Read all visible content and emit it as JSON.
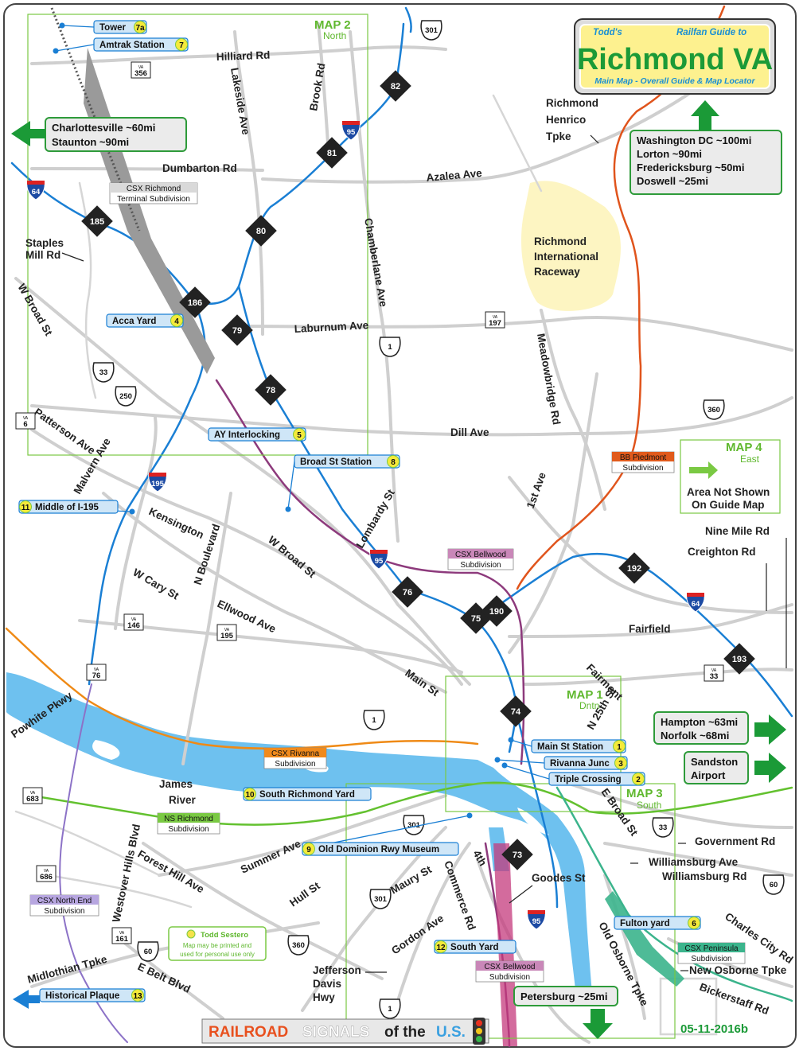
{
  "title": {
    "line1_left": "Todd's",
    "line1_right": "Railfan Guide to",
    "main": "Richmond VA",
    "line3": "Main Map - Overall Guide & Map Locator"
  },
  "maps": [
    {
      "name": "MAP 2",
      "sub": "North"
    },
    {
      "name": "MAP 1",
      "sub": "Dntn"
    },
    {
      "name": "MAP 3",
      "sub": "South"
    },
    {
      "name": "MAP 4",
      "sub": "East",
      "note1": "Area Not Shown",
      "note2": "On Guide Map"
    }
  ],
  "destinations": {
    "west": [
      "Charlottesville ~60mi",
      "Staunton ~90mi"
    ],
    "north": [
      "Washington DC ~100mi",
      "Lorton ~90mi",
      "Fredericksburg ~50mi",
      "Doswell ~25mi"
    ],
    "east1": [
      "Hampton ~63mi",
      "Norfolk ~68mi"
    ],
    "east2": [
      "Sandston",
      "Airport"
    ],
    "south": "Petersburg ~25mi",
    "plaque": "Historical Plaque",
    "plaque_num": "13"
  },
  "signals": [
    {
      "label": "Tower",
      "num": "7a"
    },
    {
      "label": "Amtrak Station",
      "num": "7"
    },
    {
      "label": "Acca Yard",
      "num": "4"
    },
    {
      "label": "AY Interlocking",
      "num": "5"
    },
    {
      "label": "Broad St Station",
      "num": "8"
    },
    {
      "label": "Middle of I-195",
      "num": "11"
    },
    {
      "label": "Main St Station",
      "num": "1"
    },
    {
      "label": "Rivanna Junc",
      "num": "3"
    },
    {
      "label": "Triple Crossing",
      "num": "2"
    },
    {
      "label": "South Richmond Yard",
      "num": "10"
    },
    {
      "label": "Old Dominion Rwy Museum",
      "num": "9"
    },
    {
      "label": "Fulton yard",
      "num": "6"
    },
    {
      "label": "South Yard",
      "num": "12"
    }
  ],
  "subdivisions": [
    {
      "line1": "CSX Richmond",
      "line2": "Terminal Subdivision",
      "color": "#d9d9d9"
    },
    {
      "line1": "BB Piedmont",
      "line2": "Subdivision",
      "color": "#e05a1c"
    },
    {
      "line1": "CSX Bellwood",
      "line2": "Subdivision",
      "color": "#c987b8"
    },
    {
      "line1": "CSX Rivanna",
      "line2": "Subdivision",
      "color": "#f08a1c"
    },
    {
      "line1": "NS Richmond",
      "line2": "Subdivision",
      "color": "#7ac943"
    },
    {
      "line1": "CSX North End",
      "line2": "Subdivision",
      "color": "#b7a6e0"
    },
    {
      "line1": "CSX Bellwood",
      "line2": "Subdivision",
      "color": "#c987b8"
    },
    {
      "line1": "CSX Peninsula",
      "line2": "Subdivision",
      "color": "#3bb48c"
    }
  ],
  "roads": {
    "hilliard": "Hilliard Rd",
    "lakeside": "Lakeside Ave",
    "brook": "Brook Rd",
    "dumbarton": "Dumbarton Rd",
    "azalea": "Azalea Ave",
    "henrico": [
      "Richmond",
      "Henrico",
      "Tpke"
    ],
    "staples": [
      "Staples",
      "Mill Rd"
    ],
    "wbroad1": "W Broad St",
    "chamberlane": "Chamberlane Ave",
    "laburnum": "Laburnum Ave",
    "meadowbridge": "Meadowbridge Rd",
    "raceway": [
      "Richmond",
      "International",
      "Raceway"
    ],
    "dill": "Dill Ave",
    "patterson": "Patterson Ave",
    "malvern": "Malvern Ave",
    "kensington": "Kensington",
    "nblvd": "N Boulevard",
    "wbroad2": "W Broad St",
    "lombardy": "Lombardy St",
    "firstave": "1st Ave",
    "ninemile": "Nine Mile Rd",
    "creighton": "Creighton Rd",
    "wcary": "W Cary St",
    "ellwood": "Ellwood Ave",
    "fairfield": "Fairfield",
    "fairmont": "Fairmont",
    "n25th": "N 25th St",
    "main": "Main St",
    "powhite": "Powhite Pkwy",
    "james": [
      "James",
      "River"
    ],
    "westover": "Westover Hills Blvd",
    "foresthill": "Forest Hill Ave",
    "summer": "Summer Ave",
    "hull": "Hull St",
    "maury": "Maury St",
    "commerce": "Commerce Rd",
    "fourth": "4th",
    "goodes": "Goodes St",
    "gordon": "Gordon Ave",
    "ebroad": "E Broad St",
    "government": "Government Rd",
    "williamsburg1": "Williamsburg Ave",
    "williamsburg2": "Williamsburg Rd",
    "charlescity": "Charles City Rd",
    "newosborne": "New Osborne Tpke",
    "bickerstaff": "Bickerstaff Rd",
    "oldosborne": "Old Osborne Tpke",
    "jdh": [
      "Jefferson",
      "Davis",
      "Hwy"
    ],
    "midlothian": "Midlothian Tpke",
    "ebelt": "E Belt Blvd"
  },
  "interchanges": [
    "82",
    "81",
    "80",
    "185",
    "186",
    "79",
    "78",
    "76",
    "75",
    "190",
    "192",
    "193",
    "74",
    "73"
  ],
  "shields": {
    "us": [
      "301",
      "1",
      "33",
      "250",
      "360",
      "1",
      "301",
      "301",
      "360",
      "60",
      "1",
      "33",
      "60"
    ],
    "interstate": [
      "95",
      "64",
      "195",
      "95",
      "64",
      "95"
    ],
    "va": [
      "356",
      "197",
      "6",
      "146",
      "195",
      "76",
      "683",
      "686",
      "161",
      "33"
    ],
    "va_small": "VA"
  },
  "copyright": {
    "line1": "Todd Sestero",
    "line2": "Map may be printed and",
    "line3": "used for personal use only"
  },
  "brand": {
    "railroad": "RAILROAD",
    "signals": "SIGNALS",
    "of": "of the",
    "us": "U.S."
  },
  "version": "05-11-2016b",
  "colors": {
    "water": "#6ec1ef",
    "raceway": "#fdf5c2",
    "interchange": "#222222",
    "map_box": "#7ac943"
  }
}
